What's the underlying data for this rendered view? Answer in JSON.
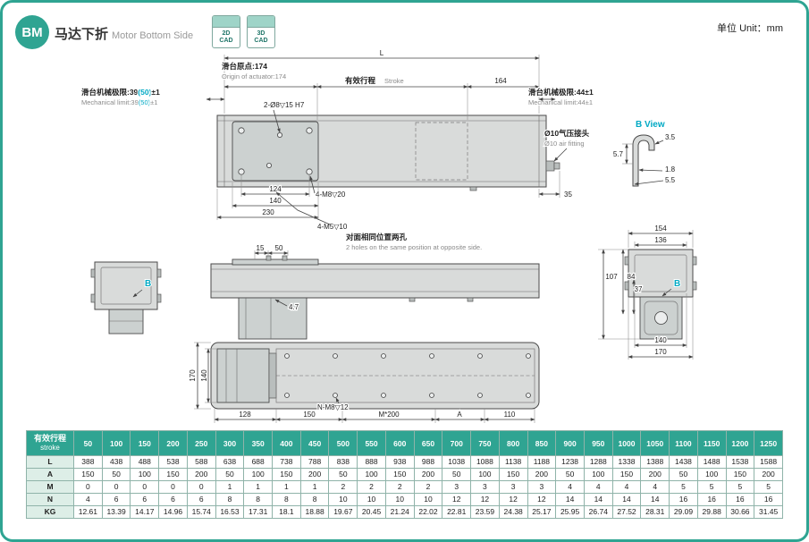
{
  "colors": {
    "teal": "#2fa492",
    "cyan": "#00a9c4"
  },
  "header": {
    "badge": "BM",
    "title_cn": "马达下折",
    "title_en": "Motor Bottom Side",
    "cad2d": {
      "line1": "2D",
      "line2": "CAD"
    },
    "cad3d": {
      "line1": "3D",
      "line2": "CAD"
    },
    "unit": "单位 Unit：mm"
  },
  "drawing": {
    "top": {
      "L": "L",
      "origin_cn": "滑台原点:174",
      "origin_en": "Origin of actuator:174",
      "stroke_cn": "有效行程",
      "stroke_en": "Stroke",
      "d164": "164",
      "mlimL_a": "滑台机械极限:39",
      "mlimL_b": "(50)",
      "mlimL_c": "±1",
      "mlimL_en_a": "Mechanical limit:39",
      "mlimL_en_b": "(50)",
      "mlimL_en_c": "±1",
      "pin_holes": "2-Ø8▽15 H7",
      "mlimR_cn": "滑台机械极限:44±1",
      "mlimR_en": "Mechanical limit:44±1",
      "b_view": "B View",
      "air_cn": "Ø10气压接头",
      "air_en": "Ø10 air fitting",
      "d35": "35",
      "d3_5": "3.5",
      "d5_7": "5.7",
      "d1_8": "1.8",
      "d5_5": "5.5",
      "d124": "124",
      "d140": "140",
      "d230": "230",
      "m8": "4-M8▽20",
      "m5": "4-M5▽10",
      "opp_cn": "对面相同位置两孔",
      "opp_en": "2 holes on the same position at opposite side."
    },
    "side": {
      "d15": "15",
      "d50": "50",
      "d4_7": "4.7",
      "b": "B"
    },
    "end": {
      "d154": "154",
      "d136": "136",
      "d107": "107",
      "d84": "84",
      "d37": "37",
      "b": "B",
      "d140": "140",
      "d170": "170"
    },
    "bottom": {
      "d170": "170",
      "d140": "140",
      "d128": "128",
      "d150": "150",
      "nm8": "N-M8▽12",
      "m200": "M*200",
      "a": "A",
      "d110": "110"
    }
  },
  "table": {
    "corner_cn": "有效行程",
    "corner_en": "stroke",
    "columns": [
      "50",
      "100",
      "150",
      "200",
      "250",
      "300",
      "350",
      "400",
      "450",
      "500",
      "550",
      "600",
      "650",
      "700",
      "750",
      "800",
      "850",
      "900",
      "950",
      "1000",
      "1050",
      "1100",
      "1150",
      "1200",
      "1250"
    ],
    "rows": [
      {
        "label": "L",
        "values": [
          "388",
          "438",
          "488",
          "538",
          "588",
          "638",
          "688",
          "738",
          "788",
          "838",
          "888",
          "938",
          "988",
          "1038",
          "1088",
          "1138",
          "1188",
          "1238",
          "1288",
          "1338",
          "1388",
          "1438",
          "1488",
          "1538",
          "1588"
        ]
      },
      {
        "label": "A",
        "values": [
          "150",
          "50",
          "100",
          "150",
          "200",
          "50",
          "100",
          "150",
          "200",
          "50",
          "100",
          "150",
          "200",
          "50",
          "100",
          "150",
          "200",
          "50",
          "100",
          "150",
          "200",
          "50",
          "100",
          "150",
          "200"
        ]
      },
      {
        "label": "M",
        "values": [
          "0",
          "0",
          "0",
          "0",
          "0",
          "1",
          "1",
          "1",
          "1",
          "2",
          "2",
          "2",
          "2",
          "3",
          "3",
          "3",
          "3",
          "4",
          "4",
          "4",
          "4",
          "5",
          "5",
          "5",
          "5"
        ]
      },
      {
        "label": "N",
        "values": [
          "4",
          "6",
          "6",
          "6",
          "6",
          "8",
          "8",
          "8",
          "8",
          "10",
          "10",
          "10",
          "10",
          "12",
          "12",
          "12",
          "12",
          "14",
          "14",
          "14",
          "14",
          "16",
          "16",
          "16",
          "16"
        ]
      },
      {
        "label": "KG",
        "values": [
          "12.61",
          "13.39",
          "14.17",
          "14.96",
          "15.74",
          "16.53",
          "17.31",
          "18.1",
          "18.88",
          "19.67",
          "20.45",
          "21.24",
          "22.02",
          "22.81",
          "23.59",
          "24.38",
          "25.17",
          "25.95",
          "26.74",
          "27.52",
          "28.31",
          "29.09",
          "29.88",
          "30.66",
          "31.45"
        ]
      }
    ]
  }
}
